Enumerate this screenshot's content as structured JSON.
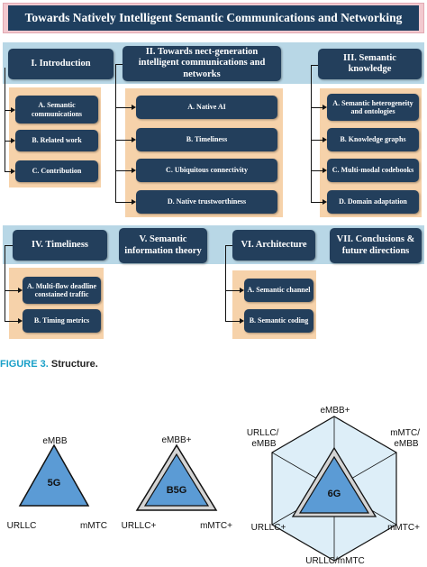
{
  "title": "Towards Natively Intelligent Semantic Communications and Networking",
  "sections": {
    "intro": {
      "label": "I. Introduction",
      "items": [
        "A. Semantic communications",
        "B. Related work",
        "C. Contribution"
      ]
    },
    "next_gen": {
      "label": "II. Towards nect-generation intelligent communications and networks",
      "items": [
        "A. Native AI",
        "B. Timeliness",
        "C. Ubiquitous connectivity",
        "D. Native trustworthiness"
      ]
    },
    "knowledge": {
      "label": "III. Semantic knowledge",
      "items": [
        "A. Semantic heterogeneity and ontologies",
        "B. Knowledge graphs",
        "C. Multi-modal codebooks",
        "D. Domain adaptation"
      ]
    },
    "timeliness": {
      "label": "IV. Timeliness",
      "items": [
        "A. Multi-flow deadline constained traffic",
        "B. Timing metrics"
      ]
    },
    "theory": {
      "label": "V. Semantic information theory"
    },
    "architecture": {
      "label": "VI. Architecture",
      "items": [
        "A. Semantic channel",
        "B. Semantic coding"
      ]
    },
    "conclusions": {
      "label": "VII. Conclusions & future directions"
    }
  },
  "caption": {
    "number": "FIGURE 3.",
    "text": "Structure."
  },
  "triangles": {
    "t5g": {
      "center": "5G",
      "top": "eMBB",
      "left": "URLLC",
      "right": "mMTC"
    },
    "b5g": {
      "center": "B5G",
      "top": "eMBB+",
      "left": "URLLC+",
      "right": "mMTC+"
    },
    "t6g": {
      "center": "6G",
      "top": "eMBB+",
      "top_left": [
        "URLLC/",
        "eMBB"
      ],
      "top_right": [
        "mMTC/",
        "eMBB"
      ],
      "bottom_left": "URLLC+",
      "bottom_right": "mMTC+",
      "bottom": "URLLC/mMTC"
    }
  },
  "colors": {
    "box_fill": "#233f5c",
    "band_blue": "#b8d7e6",
    "panel_peach": "#f6d2aa",
    "title_pink": "#f2c9cf",
    "triangle_blue": "#5b9bd5",
    "hexagon_fill": "#ddeef8",
    "caption_accent": "#1aa0c8"
  }
}
